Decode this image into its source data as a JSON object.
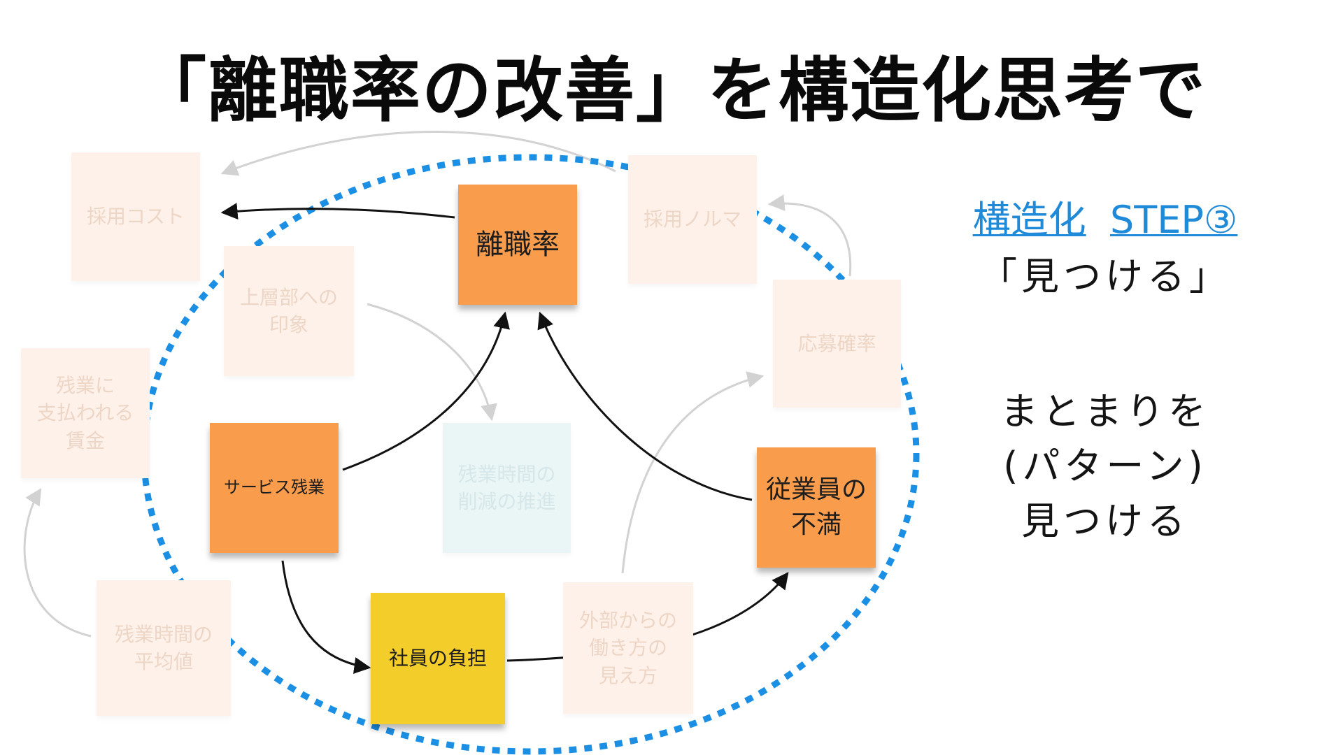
{
  "title": "「離職率の改善」を構造化思考で",
  "side": {
    "step_label": "構造化",
    "step_number": "STEP③",
    "subtitle": "「見つける」",
    "instruction": "まとまりを\n(パターン)\n見つける"
  },
  "notes": {
    "rishokuritsu": "離職率",
    "service_zangyo": "サービス残業",
    "jugyoin_fuman": "従業員の\n不満",
    "shain_futan": "社員の負担",
    "saiyo_cost": "採用コスト",
    "saiyo_noruma": "採用ノルマ",
    "joso_inshou": "上層部への\n印象",
    "oubo_kakuritsu": "応募確率",
    "zangyo_chingin": "残業に\n支払われる\n賃金",
    "zangyo_sakugen": "残業時間の\n削減の推進",
    "zangyo_heikin": "残業時間の\n平均値",
    "gaibu_mikata": "外部からの\n働き方の\n見え方"
  },
  "colors": {
    "accent": "#1f8ad8",
    "dotted_ring": "#1b8fe3",
    "sticky_orange": "#f99c4b",
    "sticky_yellow": "#f3cd2a",
    "sticky_faded": "#fdf1e9",
    "sticky_faded_blue": "#eaf5f6"
  }
}
